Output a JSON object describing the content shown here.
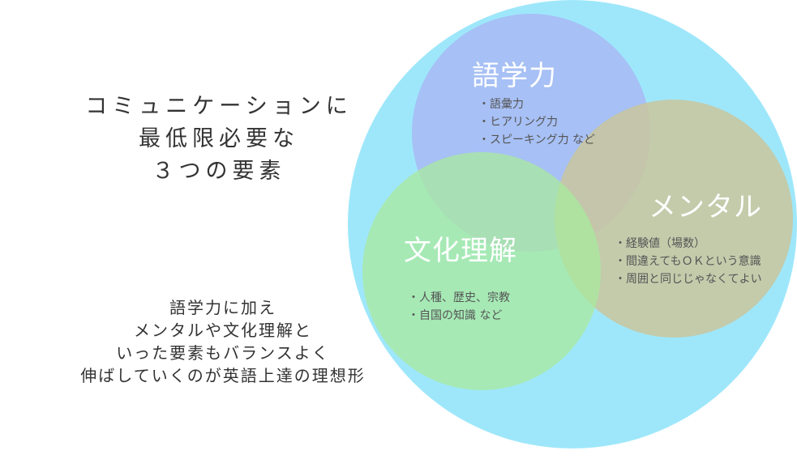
{
  "headline": {
    "lines": [
      "コミュニケーションに",
      "最低限必要な",
      "３つの要素"
    ]
  },
  "summary": {
    "lines": [
      "語学力に加え",
      "メンタルや文化理解と",
      "いった要素もバランスよく",
      "伸ばしていくのが英語上達の理想形"
    ]
  },
  "circles": {
    "outer": {
      "color": "#9ee7fb"
    },
    "language": {
      "label": "語学力",
      "color": "#a8b8f3",
      "items": [
        "語彙力",
        "ヒアリング力",
        "スピーキング力 など"
      ]
    },
    "mental": {
      "label": "メンタル",
      "color": "#c9c59c",
      "items": [
        "経験値（場数）",
        "間違えてもＯＫという意識",
        "周囲と同じじゃなくてよい"
      ]
    },
    "culture": {
      "label": "文化理解",
      "color": "#a8ea9e",
      "items": [
        "人種、歴史、宗教",
        "自国の知識 など"
      ]
    }
  }
}
